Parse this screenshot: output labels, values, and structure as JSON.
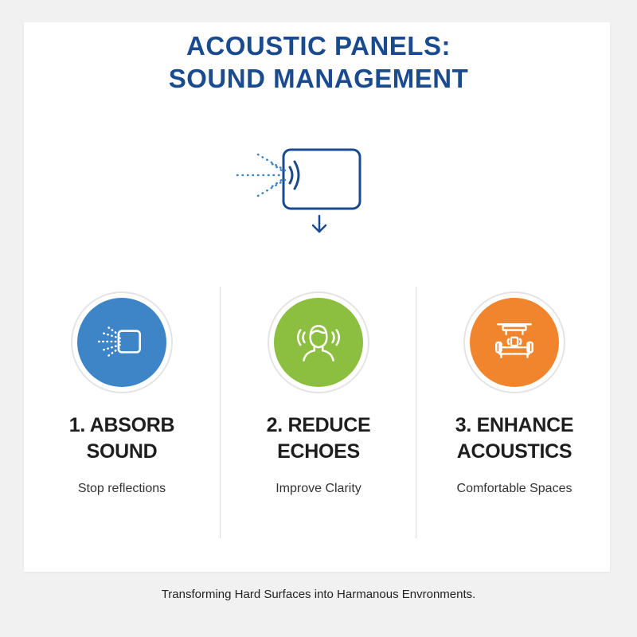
{
  "title": {
    "line1": "ACOUSTIC PANELS:",
    "line2": "SOUND MANAGEMENT"
  },
  "colors": {
    "title": "#1b4b8f",
    "hero_stroke": "#1b4b8f",
    "step1_accent": "#3d85c6",
    "step2_accent": "#8cbf3f",
    "step3_accent": "#f0852d",
    "icon_line": "#ffffff"
  },
  "hero": {
    "icon": "sound-panel-absorb-icon",
    "secondary_icon": "arrow-down-icon"
  },
  "steps": [
    {
      "title_line1": "1. ABSORB",
      "title_line2": "SOUND",
      "subtitle": "Stop reflections",
      "icon": "sound-absorb-icon"
    },
    {
      "title_line1": "2. REDUCE",
      "title_line2": "ECHOES",
      "subtitle": "Improve Clarity",
      "icon": "person-echo-icon"
    },
    {
      "title_line1": "3. ENHANCE",
      "title_line2": "ACOUSTICS",
      "subtitle": "Comfortable Spaces",
      "icon": "sofa-lamp-icon"
    }
  ],
  "footer": "Transforming Hard Surfaces into Harmanous Envronments."
}
